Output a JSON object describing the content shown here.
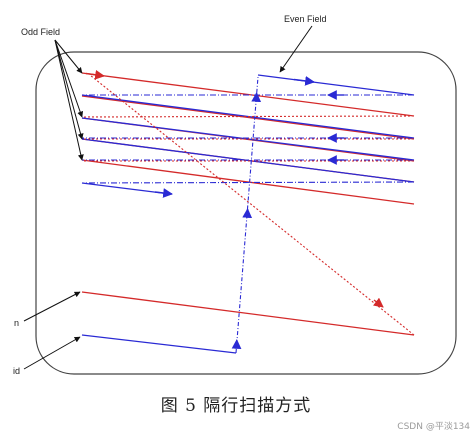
{
  "labels": {
    "odd_field": "Odd Field",
    "even_field": "Even Field",
    "odd_partial": "n",
    "even_partial": "id"
  },
  "caption": "图 5  隔行扫描方式",
  "watermark": "CSDN @平淡134",
  "colors": {
    "odd": "#d42a2a",
    "even": "#2a2ad4",
    "frame": "#444444",
    "pointer": "#111111",
    "text": "#222222"
  }
}
